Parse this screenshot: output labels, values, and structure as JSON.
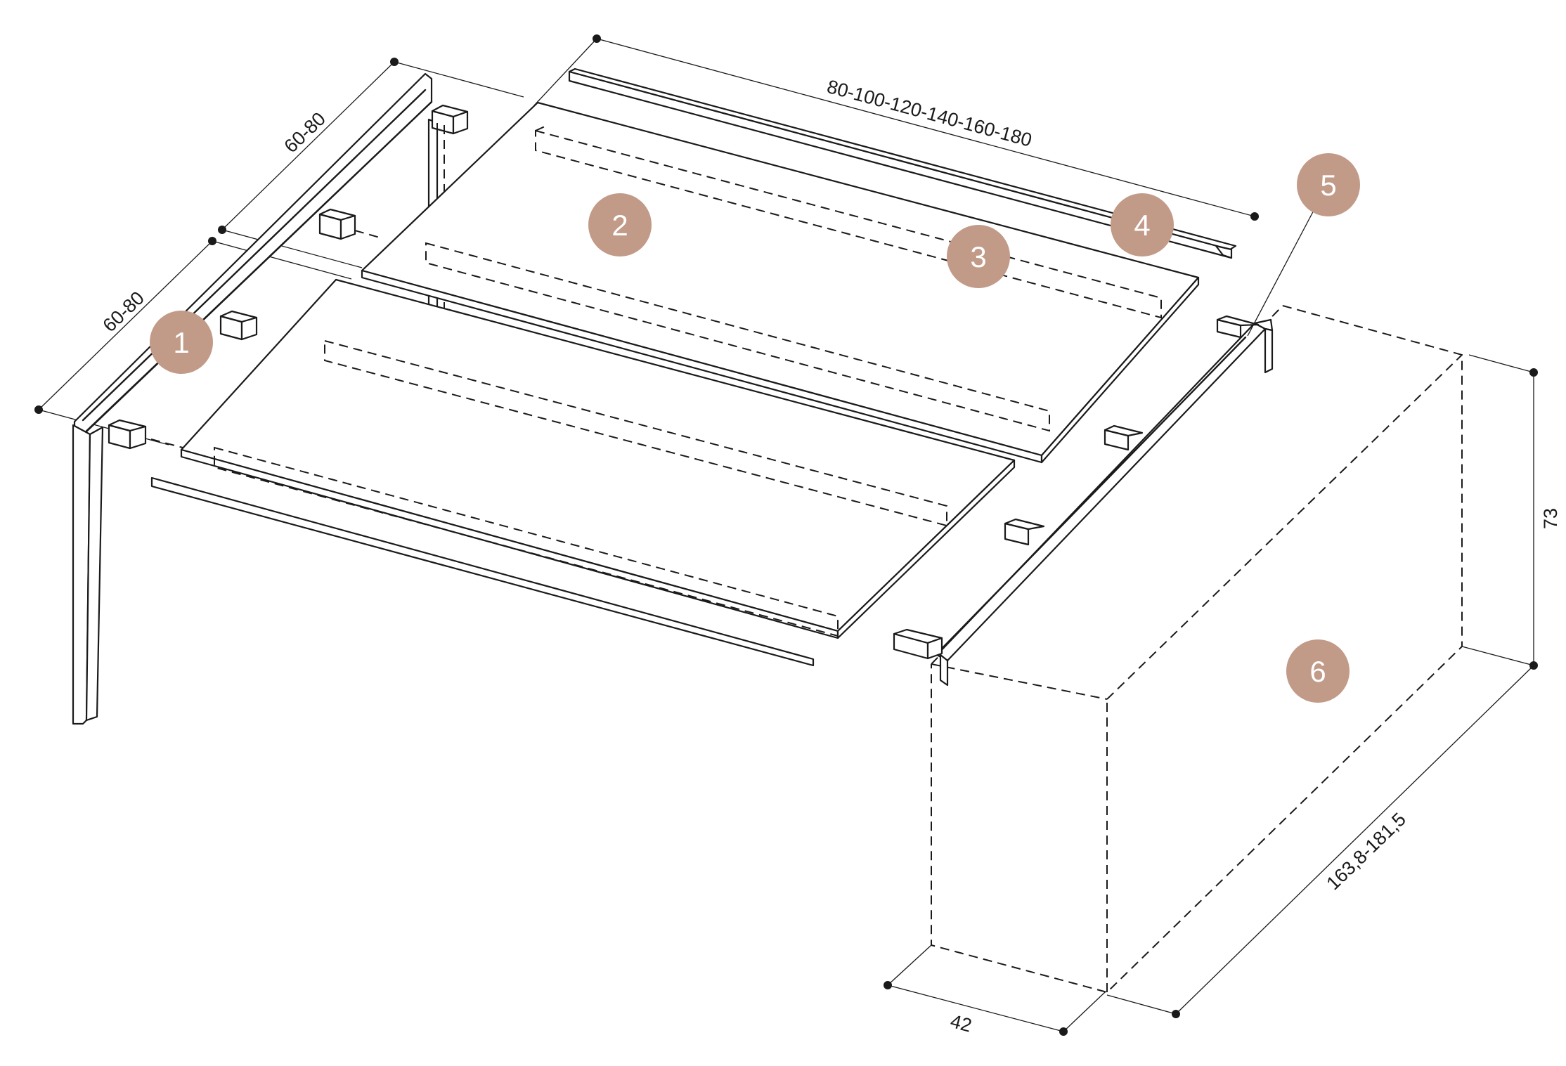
{
  "dimensions": {
    "depth_left_upper": "60-80",
    "depth_left_lower": "60-80",
    "width_range": "80-100-120-140-160-180",
    "height": "73",
    "cabinet_length": "163,8-181,5",
    "cabinet_depth": "42"
  },
  "callouts": [
    {
      "label": "1"
    },
    {
      "label": "2"
    },
    {
      "label": "3"
    },
    {
      "label": "4"
    },
    {
      "label": "5"
    },
    {
      "label": "6"
    }
  ],
  "colors": {
    "badge": "#c29a88",
    "line": "#1a1a1a",
    "background": "#ffffff"
  }
}
